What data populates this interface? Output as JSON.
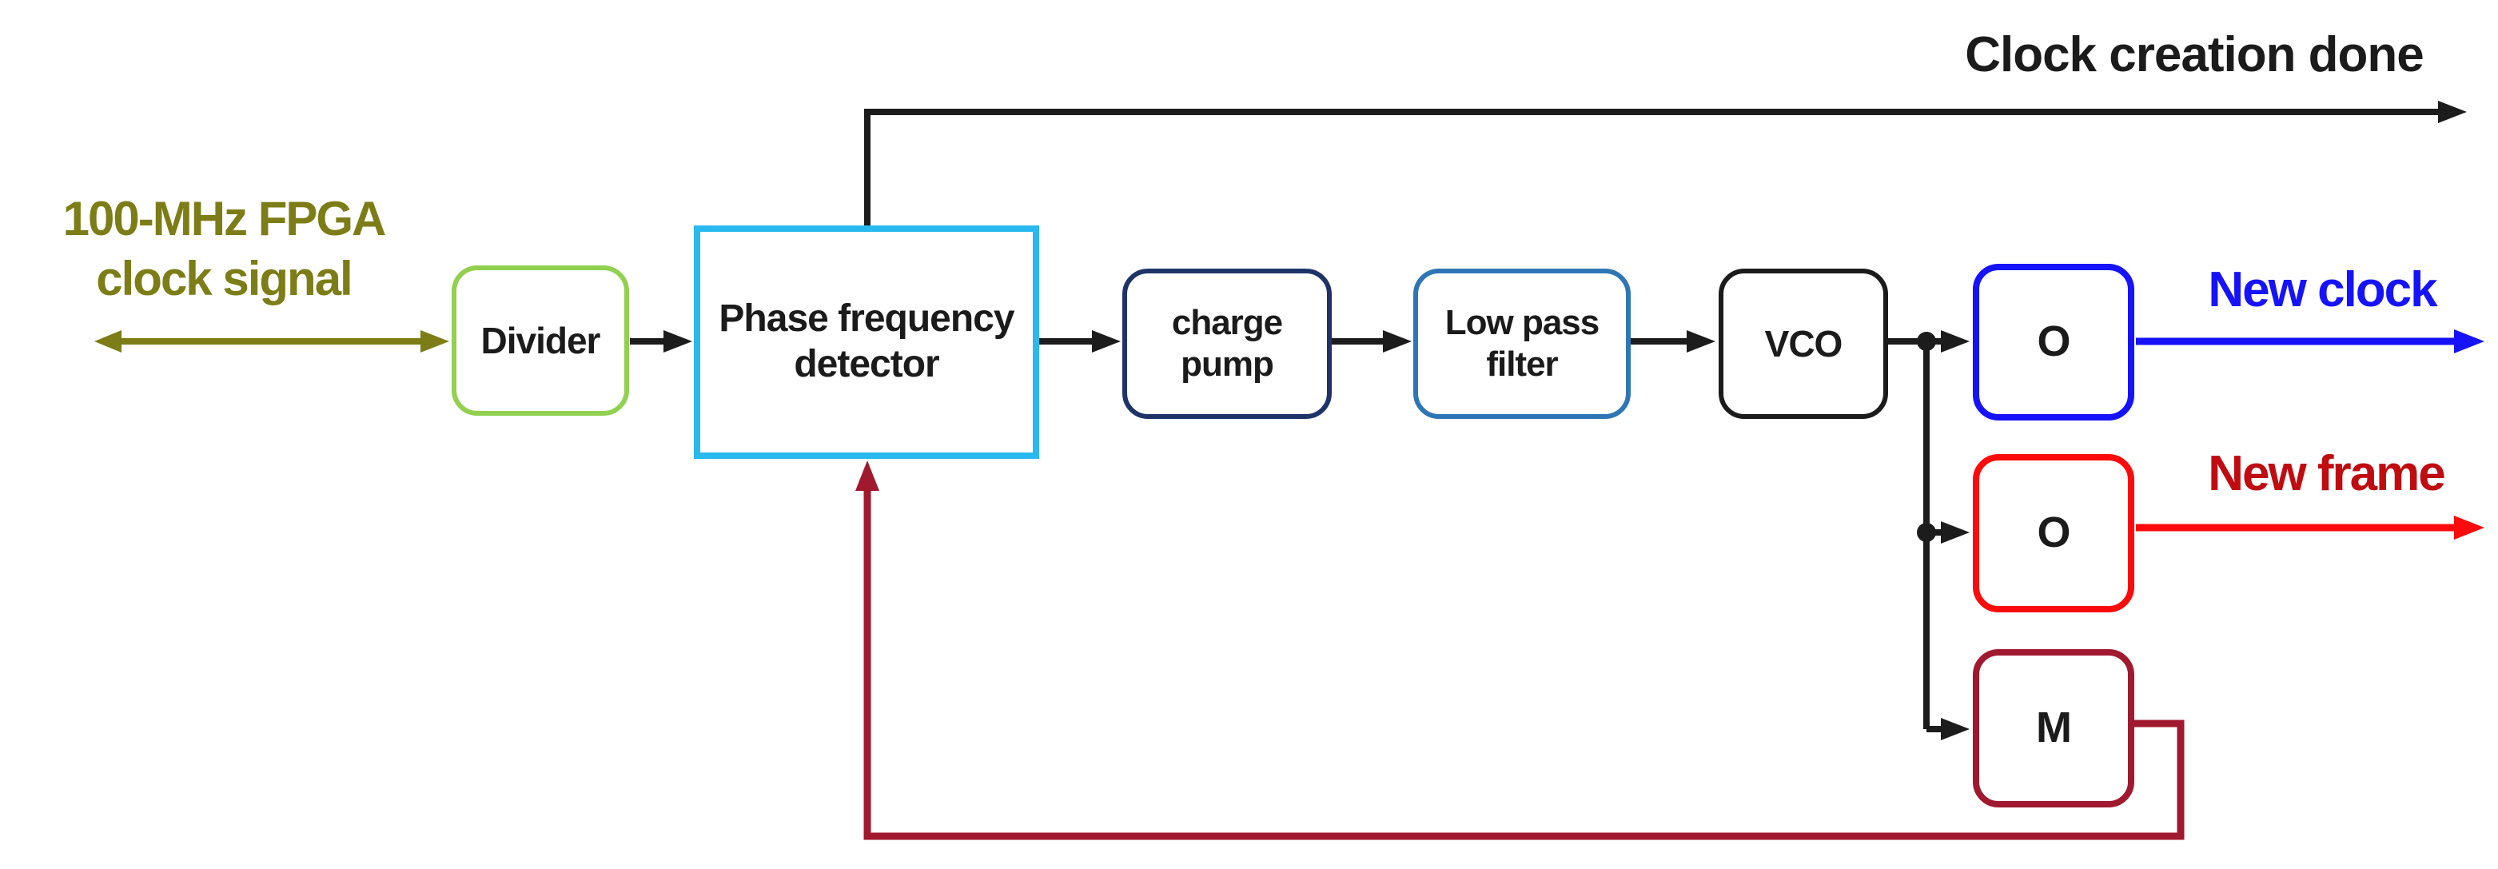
{
  "diagram": {
    "title_hint": "PLL clock creation block diagram",
    "input_label": "100-MHz FPGA clock signal",
    "top_output_label": "Clock creation done",
    "blocks": {
      "divider": "Divider",
      "phase_frequency_detector": "Phase frequency detector",
      "charge_pump": "charge pump",
      "low_pass_filter": "Low pass filter",
      "vco": "VCO",
      "output_counter_1": "O",
      "output_counter_2": "O",
      "feedback_counter": "M"
    },
    "outputs": {
      "new_clock": "New clock",
      "new_frame": "New frame"
    }
  },
  "colors": {
    "ink": "#1b1b1b",
    "line": "#1c1c1c",
    "olive": "#7d7d17",
    "green": "#92d050",
    "cyan": "#29b9ee",
    "navy": "#1e3468",
    "steel": "#2e76b5",
    "blue": "#1613fa",
    "red": "#fb0b0b",
    "darkred": "#c00b10",
    "crimson": "#a0192f"
  }
}
